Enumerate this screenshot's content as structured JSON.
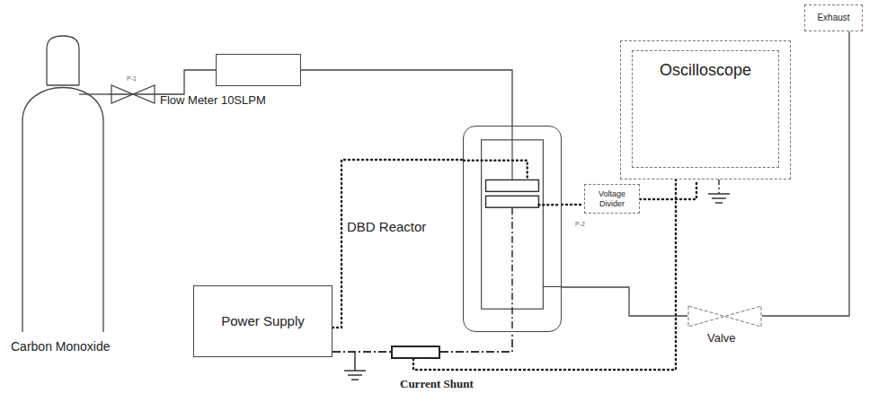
{
  "diagram": {
    "nodes": [
      {
        "text": [
          "Carbon Monoxide"
        ]
      },
      {
        "text": [
          "Flow Meter 10SLPM"
        ]
      },
      {
        "text": [
          "DBD Reactor"
        ]
      },
      {
        "text": [
          "Power Supply"
        ]
      },
      {
        "text": [
          "Voltage Divider"
        ]
      },
      {
        "text": [
          "Oscilloscope"
        ]
      },
      {
        "text": [
          "Exhaust"
        ]
      },
      {
        "text": [
          "Valve"
        ]
      },
      {
        "text": [
          "Current Shunt"
        ]
      }
    ],
    "edges": [
      {
        "from": 0,
        "to": 1,
        "arrow": "none"
      },
      {
        "from": 1,
        "to": 2,
        "arrow": "none"
      },
      {
        "from": 2,
        "to": 7,
        "arrow": "none"
      },
      {
        "from": 7,
        "to": 6,
        "arrow": "none"
      },
      {
        "from": 3,
        "to": 2,
        "arrow": "none"
      },
      {
        "from": 3,
        "to": 8,
        "arrow": "none"
      },
      {
        "from": 8,
        "to": 2,
        "arrow": "none"
      },
      {
        "from": 2,
        "to": 4,
        "arrow": "none"
      },
      {
        "from": 4,
        "to": 5,
        "arrow": "none"
      },
      {
        "from": 8,
        "to": 5,
        "arrow": "none"
      }
    ],
    "labels": [
      "P-1",
      "P-2"
    ]
  }
}
